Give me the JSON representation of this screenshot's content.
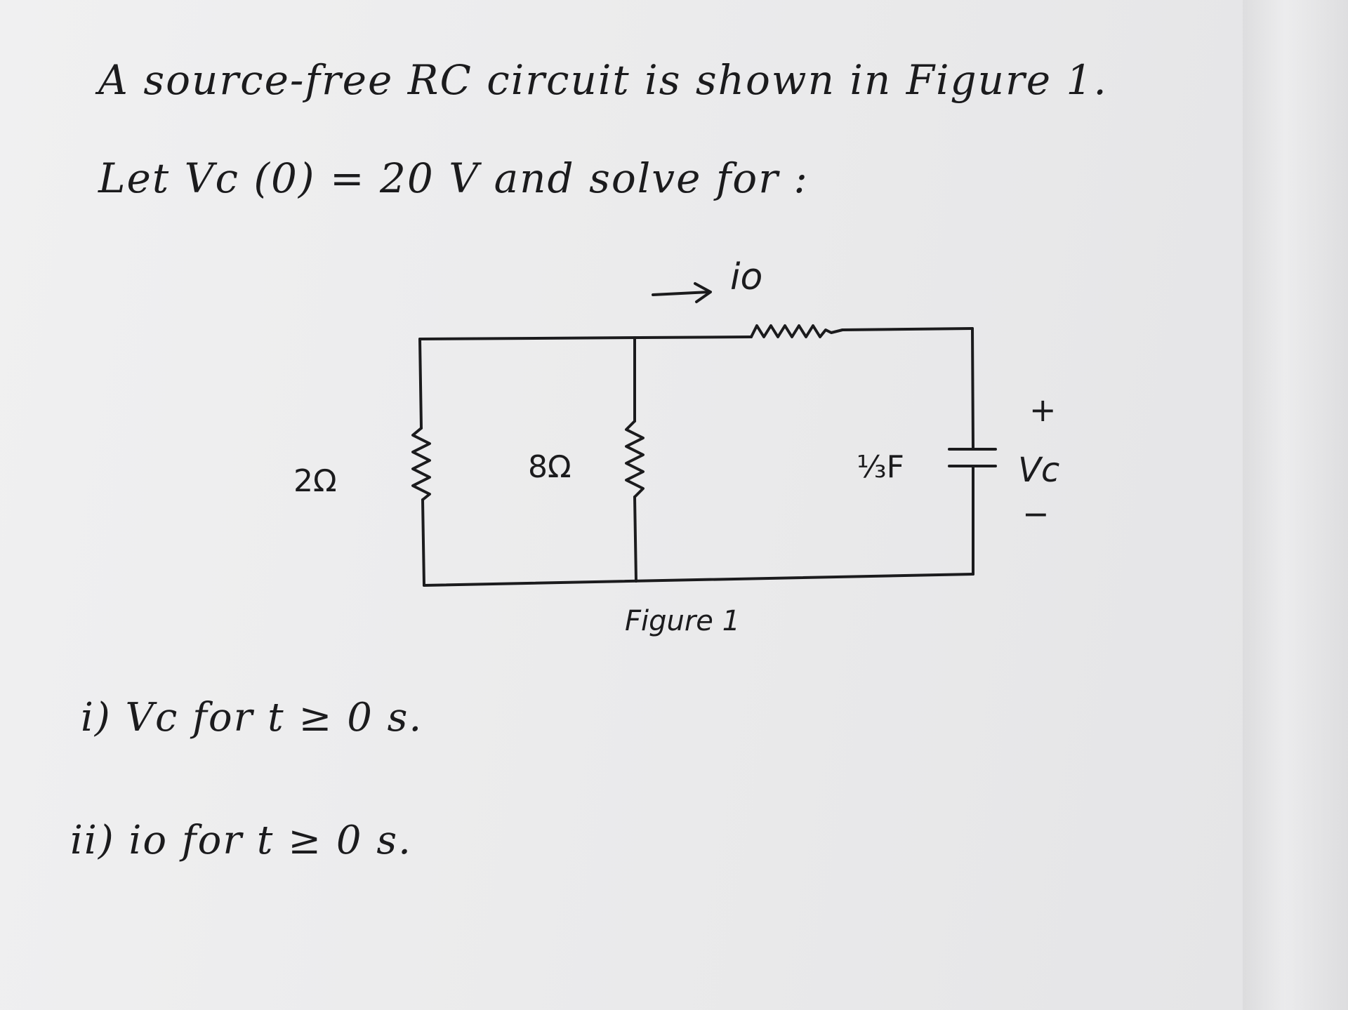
{
  "problem": {
    "intro": "A source-free RC circuit is shown in Figure 1.",
    "given": "Let Vc (0) = 20 V and solve for :"
  },
  "circuit": {
    "current_label": "io",
    "resistor_left": "2Ω",
    "resistor_middle": "8Ω",
    "capacitor_label": "⅓F",
    "voltage_plus": "+",
    "voltage_label": "Vc",
    "voltage_minus": "−",
    "caption": "Figure 1"
  },
  "questions": [
    {
      "text": "i) Vc for t ≥ 0 s."
    },
    {
      "text": "ii) io for t ≥ 0 s."
    }
  ]
}
